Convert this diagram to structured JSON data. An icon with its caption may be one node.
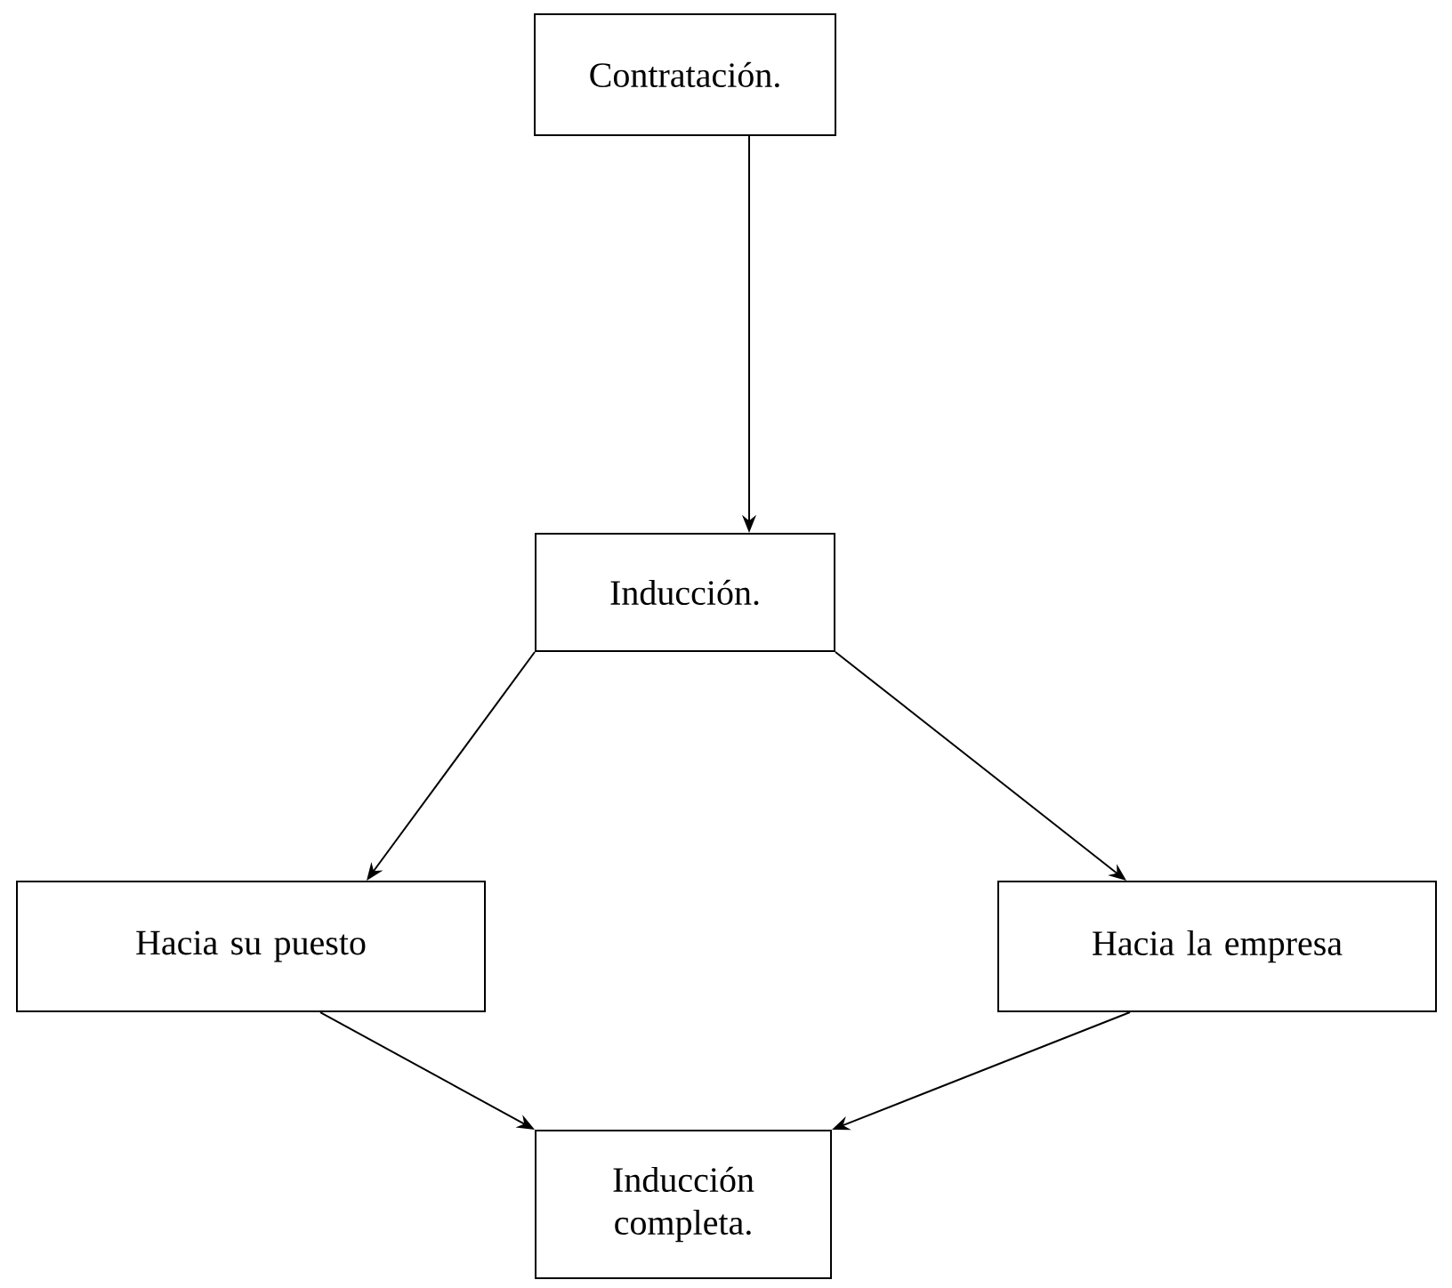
{
  "diagram": {
    "nodes": [
      {
        "text": [
          "Contratación."
        ]
      },
      {
        "text": [
          "Inducción."
        ]
      },
      {
        "text": [
          "Hacia su puesto"
        ]
      },
      {
        "text": [
          "Hacia la empresa"
        ]
      },
      {
        "text": [
          "Inducción completa."
        ]
      }
    ],
    "edges": [
      {
        "from": 0,
        "to": 1,
        "arrow": "to"
      },
      {
        "from": 1,
        "to": 2,
        "arrow": "to"
      },
      {
        "from": 1,
        "to": 3,
        "arrow": "to"
      },
      {
        "from": 2,
        "to": 4,
        "arrow": "to"
      },
      {
        "from": 3,
        "to": 4,
        "arrow": "to"
      }
    ]
  }
}
